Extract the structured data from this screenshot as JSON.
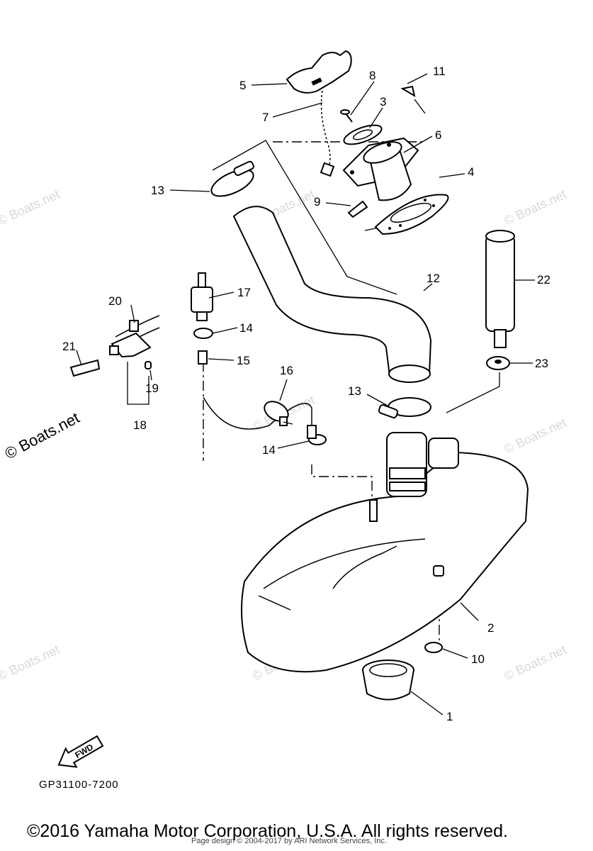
{
  "callouts": {
    "c1": "1",
    "c2": "2",
    "c3": "3",
    "c4": "4",
    "c5": "5",
    "c6": "6",
    "c7": "7",
    "c8": "8",
    "c9": "9",
    "c10": "10",
    "c11": "11",
    "c12": "12",
    "c13a": "13",
    "c13b": "13",
    "c14a": "14",
    "c14b": "14",
    "c15": "15",
    "c16": "16",
    "c17": "17",
    "c18": "18",
    "c19": "19",
    "c20": "20",
    "c21": "21",
    "c22": "22",
    "c23": "23"
  },
  "fwd_label": "FWD",
  "drawing_code": "GP31100-7200",
  "watermark": "© Boats.net",
  "copyright": "©2016 Yamaha Motor Corporation, U.S.A. All rights reserved.",
  "page_design": "Page design © 2004-2017 by ARI Network Services, Inc."
}
